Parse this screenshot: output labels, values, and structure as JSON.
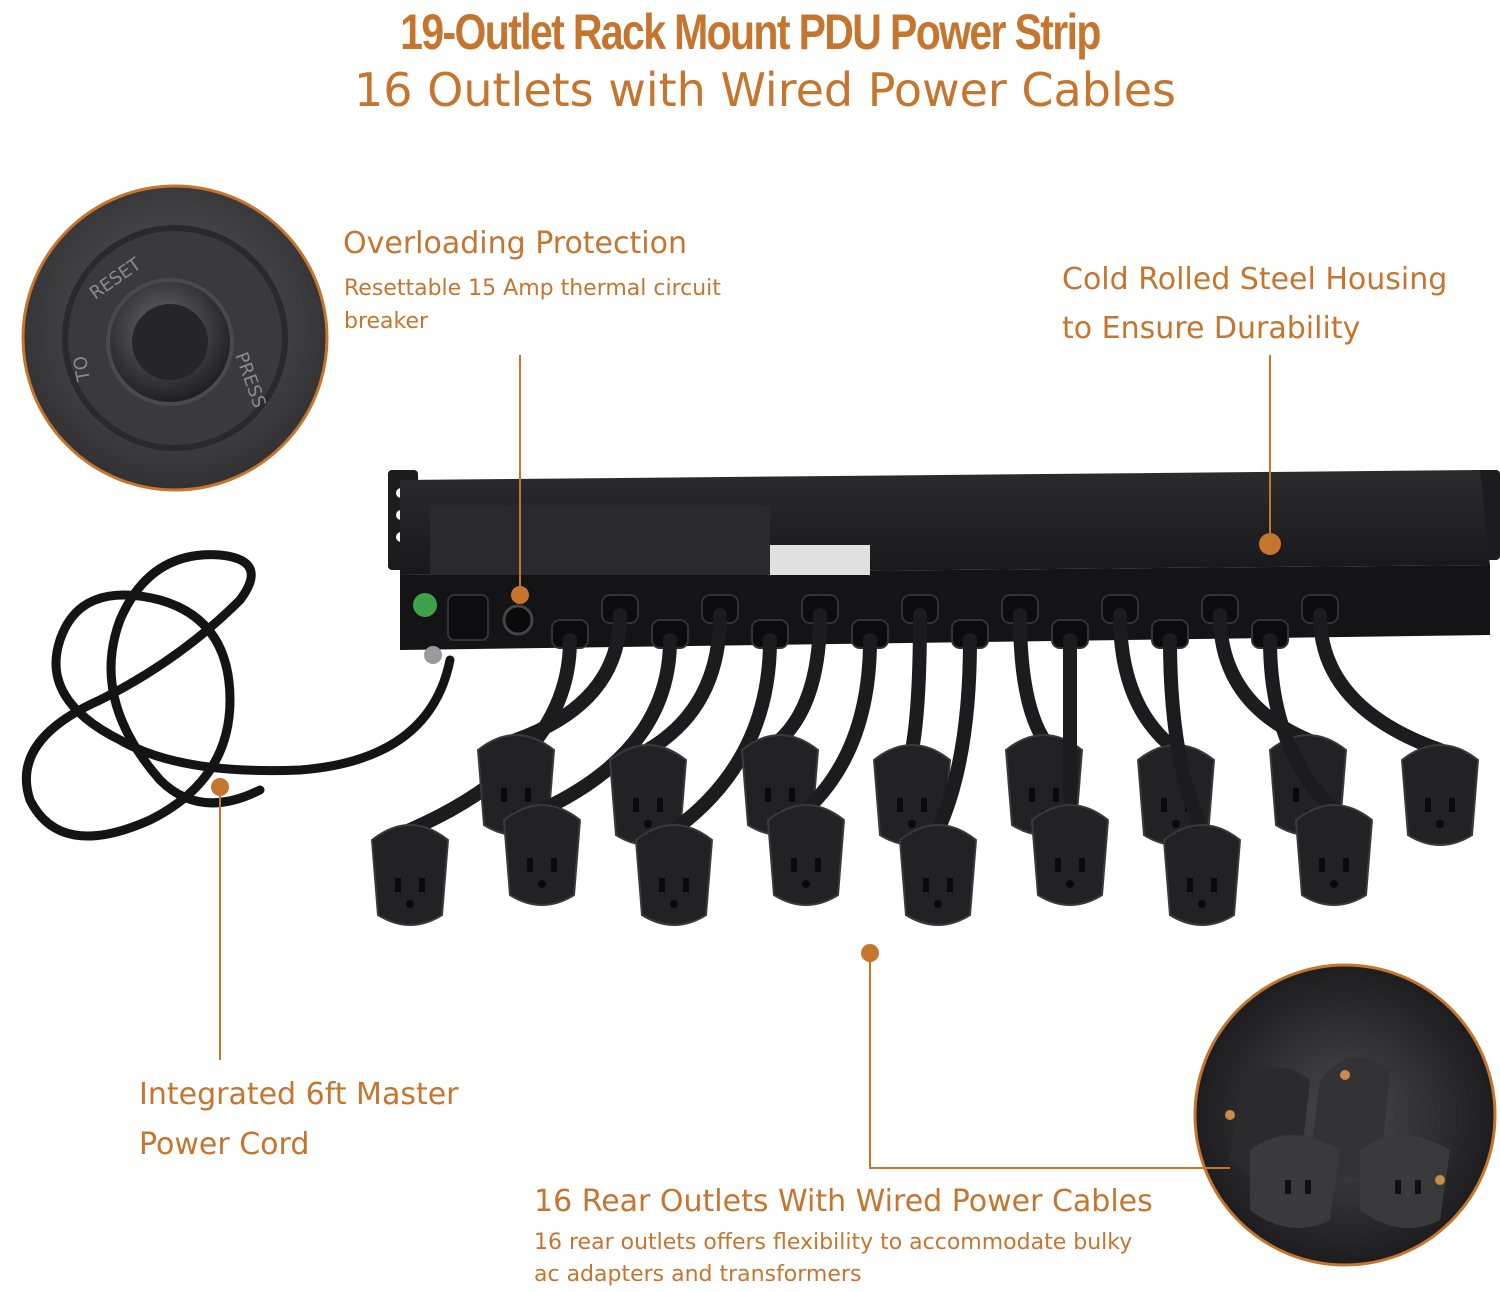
{
  "header": {
    "title": "19-Outlet Rack Mount  PDU Power Strip",
    "subtitle": "16 Outlets with Wired Power Cables"
  },
  "callouts": {
    "overload": {
      "heading": "Overloading Protection",
      "desc_line1": "Resettable 15 Amp thermal circuit",
      "desc_line2": "breaker"
    },
    "housing": {
      "line1": "Cold Rolled Steel Housing",
      "line2": "to Ensure Durability"
    },
    "cord": {
      "line1": "Integrated 6ft Master",
      "line2": "Power Cord"
    },
    "rear": {
      "heading": "16 Rear Outlets With Wired Power Cables",
      "desc_line1": "16 rear outlets offers flexibility to accommodate bulky",
      "desc_line2": "ac adapters and transformers"
    }
  },
  "breaker_inset": {
    "text_reset": "RESET",
    "text_press": "PRESS",
    "text_to": "TO"
  },
  "colors": {
    "accent": "#c6752f",
    "device": "#1c1c1e"
  }
}
